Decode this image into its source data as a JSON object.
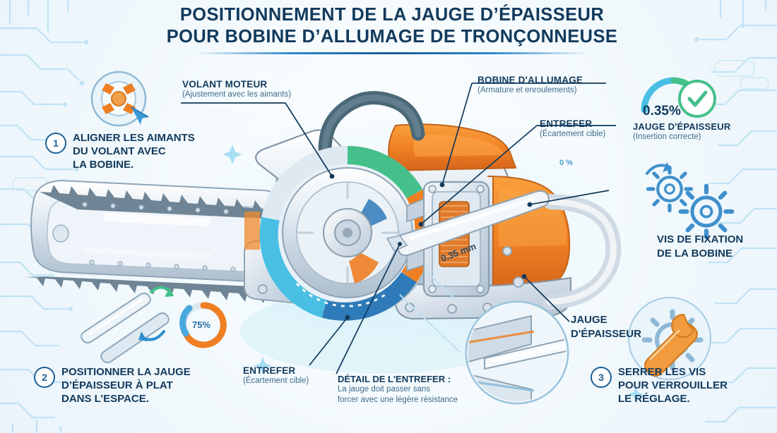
{
  "title": {
    "line1": "POSITIONNEMENT DE LA JAUGE D’ÉPAISSEUR",
    "line2": "POUR BOBINE D’ALLUMAGE DE TRONÇONNEUSE"
  },
  "callouts": {
    "flywheel": {
      "heading": "VOLANT MOTEUR",
      "sub": "(Ajustement avec les aimants)"
    },
    "coil": {
      "heading": "BOBINE D'ALLUMAGE",
      "sub": "(Armature et enroulements)"
    },
    "airgap_top": {
      "heading": "ENTREFER",
      "sub": "(Écartement cible)"
    },
    "airgap_bottom": {
      "heading": "ENTREFER",
      "sub": "(Écartement cible)"
    },
    "gauge": {
      "heading": "JAUGE",
      "sub": "D'ÉPAISSEUR"
    },
    "detail": {
      "heading": "DÉTAIL DE L'ENTREFER :",
      "line1": "La jauge doit passer sans",
      "line2": "forcer avec une légère résistance"
    }
  },
  "steps": [
    {
      "number": "1",
      "text": "ALIGNER LES AIMANTS\nDU VOLANT AVEC\nLA BOBINE."
    },
    {
      "number": "2",
      "text": "POSITIONNER LA JAUGE\nD’ÉPAISSEUR À PLAT\nDANS L’ESPACE."
    },
    {
      "number": "3",
      "text": "SERRER LES VIS\nPOUR VERROUILLER\nLE RÉGLAGE."
    }
  ],
  "right_panel": {
    "gauge_value": "0.35%",
    "gauge_label": "JAUGE D'ÉPAISSEUR",
    "gauge_sub": "(Insertion correcte)",
    "screws_label": "VIS DE FIXATION\nDE LA BOBINE"
  },
  "annotations": {
    "gauge_dim": "0.35 mm",
    "percent_75": "75%",
    "percent_small": "0 %"
  },
  "colors": {
    "ink": "#123a5c",
    "accent_blue": "#2e86c9",
    "accent_orange": "#ef7f22",
    "accent_green": "#46c08a",
    "accent_cyan": "#48bfe3",
    "bg": "#f3f8fc"
  }
}
